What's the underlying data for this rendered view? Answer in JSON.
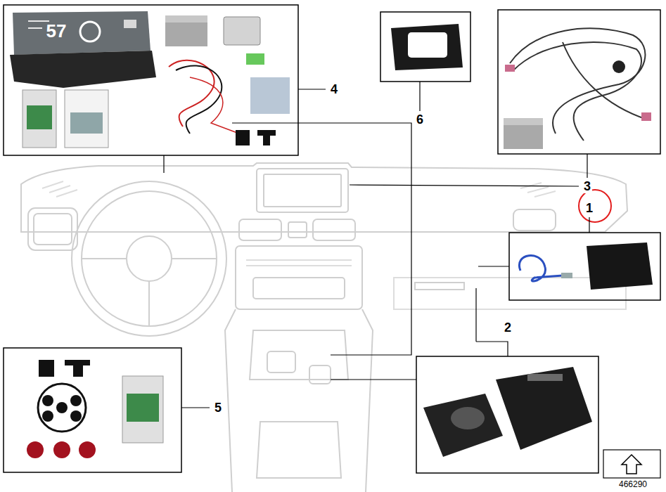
{
  "diagram": {
    "labels": [
      "57",
      "4",
      "6",
      "3",
      "1",
      "2",
      "5",
      "466290"
    ]
  }
}
